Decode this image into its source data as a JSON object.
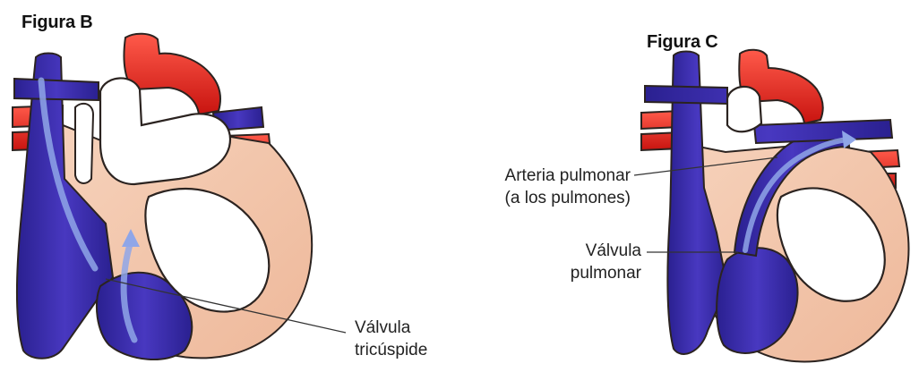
{
  "figures": [
    {
      "title": "Figura B",
      "labels": [
        {
          "lines": [
            "Válvula",
            "tricúspide"
          ]
        }
      ]
    },
    {
      "title": "Figura C",
      "labels": [
        {
          "lines": [
            "Arteria pulmonar",
            "(a los pulmones)"
          ]
        },
        {
          "lines": [
            "Válvula",
            "pulmonar"
          ]
        }
      ]
    }
  ],
  "colors": {
    "deoxygenated_blood": "#3a2ea8",
    "oxygenated_blood": "#e8261f",
    "heart_muscle": "#f2c4a8",
    "chamber_white": "#ffffff",
    "outline": "#2b2320",
    "flow_arrow": "#8fa6e8"
  }
}
